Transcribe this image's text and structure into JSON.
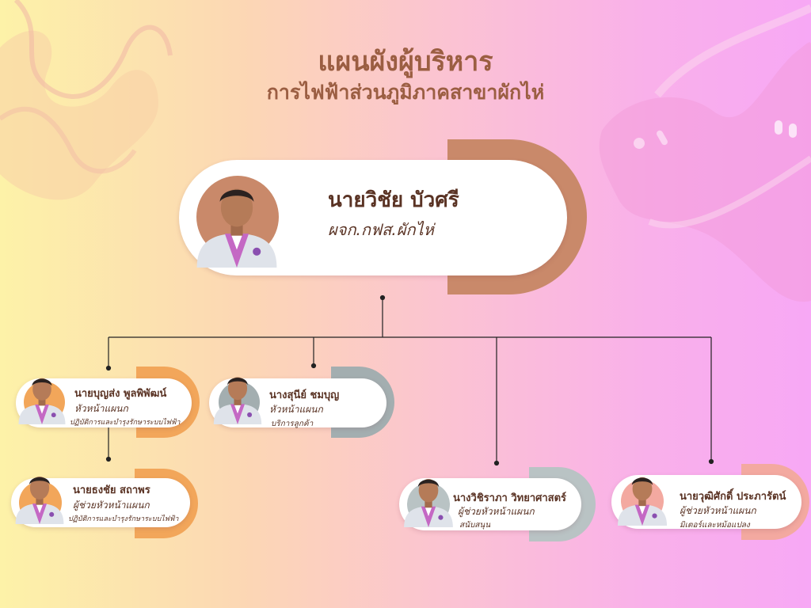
{
  "header": {
    "title": "แผนผังผู้บริหาร",
    "subtitle": "การไฟฟ้าส่วนภูมิภาคสาขาผักไห่"
  },
  "colors": {
    "accent_brown": "#c9896a",
    "accent_orange": "#f2a65a",
    "accent_gray": "#a3aeb0",
    "accent_silver": "#b9c3c4",
    "accent_peach": "#f3a9a0",
    "text": "#5a3324",
    "title": "#9b5e42"
  },
  "chief": {
    "name": "นายวิชัย บัวศรี",
    "role": "ผจก.กฟส.ผักไห่",
    "icon": "person-avatar-icon"
  },
  "staff": [
    {
      "name": "นายบุญส่ง พูลพิพัฒน์",
      "role": "หัวหน้าแผนก",
      "dept": "ปฏิบัติการและบำรุงรักษาระบบไฟฟ้า",
      "icon": "person-avatar-icon"
    },
    {
      "name": "นางสุนีย์ ชมบุญ",
      "role": "หัวหน้าแผนก",
      "dept": "บริการลูกค้า",
      "icon": "person-avatar-icon"
    },
    {
      "name": "นายธงชัย สถาพร",
      "role": "ผู้ช่วยหัวหน้าแผนก",
      "dept": "ปฏิบัติการและบำรุงรักษาระบบไฟฟ้า",
      "icon": "person-avatar-icon"
    },
    {
      "name": "นางวิชิราภา วิทยาศาสตร์",
      "role": "ผู้ช่วยหัวหน้าแผนก",
      "dept": "สนับสนุน",
      "icon": "person-avatar-icon"
    },
    {
      "name": "นายวุฒิศักดิ์ ประภารัตน์",
      "role": "ผู้ช่วยหัวหน้าแผนก",
      "dept": "มิเตอร์และหม้อแปลง",
      "icon": "person-avatar-icon"
    }
  ]
}
